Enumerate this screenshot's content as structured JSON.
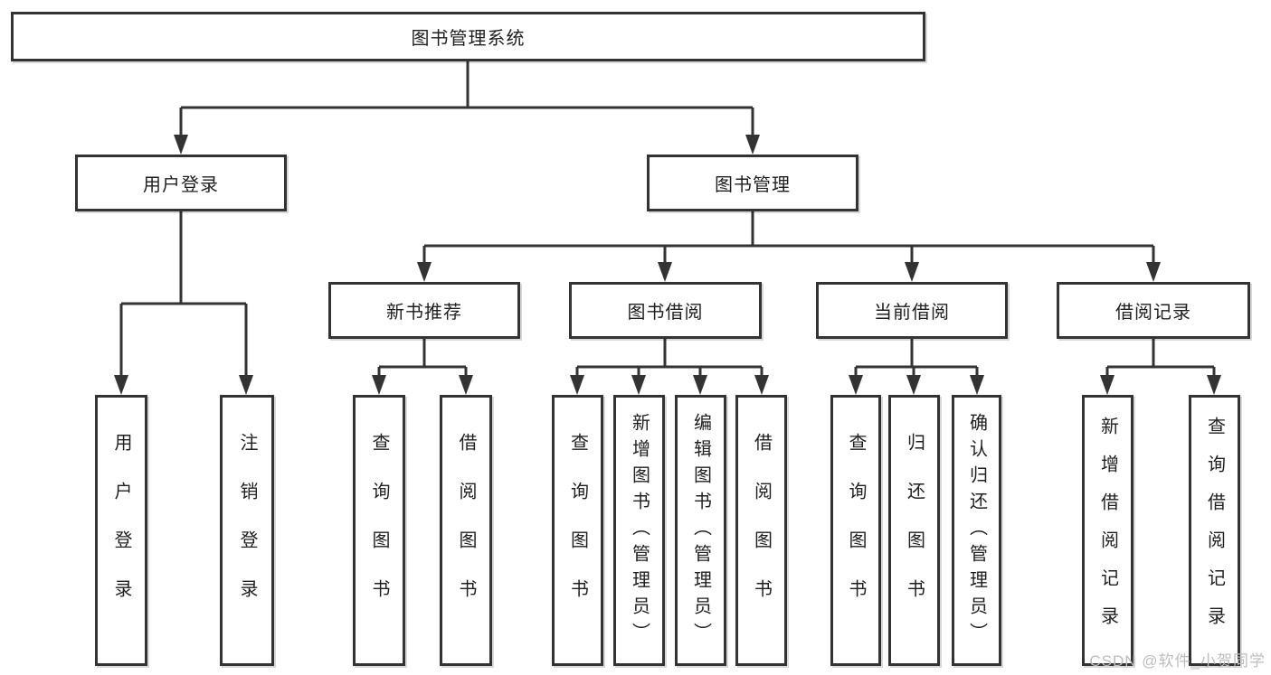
{
  "diagram": {
    "root": "图书管理系统",
    "user_login": {
      "label": "用户登录",
      "children": [
        "用户登录",
        "注销登录"
      ]
    },
    "book_management": {
      "label": "图书管理",
      "groups": [
        {
          "label": "新书推荐",
          "children": [
            "查询图书",
            "借阅图书"
          ]
        },
        {
          "label": "图书借阅",
          "children": [
            "查询图书",
            "新增图书（管理员）",
            "编辑图书（管理员）",
            "借阅图书"
          ]
        },
        {
          "label": "当前借阅",
          "children": [
            "查询图书",
            "归还图书",
            "确认归还（管理员）"
          ]
        },
        {
          "label": "借阅记录",
          "children": [
            "新增借阅记录",
            "查询借阅记录"
          ]
        }
      ]
    },
    "watermark": "CSDN @软件_小贺同学",
    "colors": {
      "line": "#333333",
      "box_border": "#333333",
      "box_fill": "#ffffff",
      "text": "#1f1f1f",
      "watermark": "#bdbdbd"
    }
  }
}
